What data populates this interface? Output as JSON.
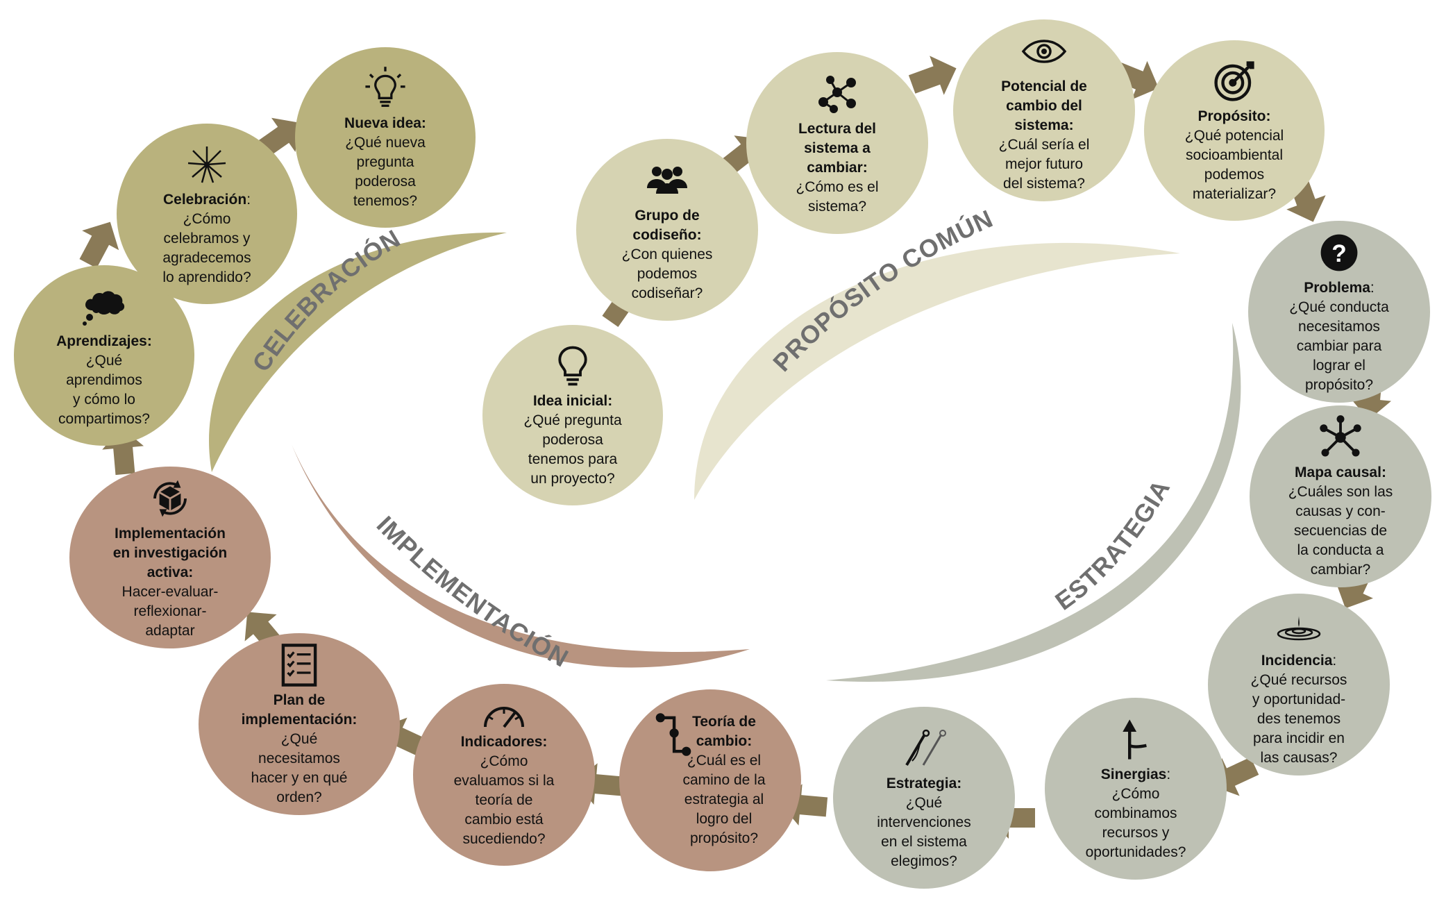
{
  "phases": {
    "celebracion": "CELEBRACIÓN",
    "proposito": "PROPÓSITO COMÚN",
    "estrategia": "ESTRATEGIA",
    "implementacion": "IMPLEMENTACIÓN"
  },
  "colors": {
    "celebracion": "#b9b27d",
    "proposito": "#d6d3b2",
    "estrategia": "#bec1b4",
    "implementacion": "#b89480",
    "arrow": "#8a7a57"
  },
  "nodes": {
    "idea_inicial": {
      "icon": "lightbulb-icon",
      "title": "Idea inicial:",
      "question": "¿Qué pregunta\npoderosa\ntenemos para\nun proyecto?"
    },
    "grupo": {
      "icon": "people-group-icon",
      "title": "Grupo de\ncodiseño:",
      "question": "¿Con quienes\npodemos\ncodiseñar?"
    },
    "lectura": {
      "icon": "network-icon",
      "title": "Lectura del\nsistema a\ncambiar:",
      "question": "¿Cómo es el\nsistema?"
    },
    "potencial": {
      "icon": "eye-icon",
      "title": "Potencial de\ncambio del\nsistema:",
      "question": "¿Cuál sería el\nmejor futuro\ndel sistema?"
    },
    "proposito": {
      "icon": "target-icon",
      "title": "Propósito:",
      "question": "¿Qué potencial\nsocioambiental\npodemos\nmaterializar?"
    },
    "problema": {
      "icon": "question-icon",
      "title": "Problema",
      "title_suffix": ":",
      "question": "¿Qué conducta\nnecesitamos\ncambiar para\nlograr el\npropósito?"
    },
    "mapa": {
      "icon": "hub-icon",
      "title": "Mapa causal:",
      "question": "¿Cuáles son las\ncausas y con-\nsecuencias de\nla conducta a\ncambiar?"
    },
    "incidencia": {
      "icon": "ripple-icon",
      "title": "Incidencia",
      "title_suffix": ":",
      "question": "¿Qué recursos\ny oportunidad-\ndes tenemos\npara incidir en\nlas causas?"
    },
    "sinergias": {
      "icon": "merge-arrow-icon",
      "title": "Sinergias",
      "title_suffix": ":",
      "question": "¿Cómo\ncombinamos\nrecursos y\noportunidades?"
    },
    "estrategia": {
      "icon": "needle-icon",
      "title": "Estrategia:",
      "question": "¿Qué\nintervenciones\nen el sistema\nelegimos?"
    },
    "teoria": {
      "icon": "path-icon",
      "title": "Teoría de\ncambio:",
      "question": "¿Cuál es el\ncamino de la\nestrategia al\nlogro del\npropósito?"
    },
    "indicadores": {
      "icon": "gauge-icon",
      "title": "Indicadores:",
      "question": "¿Cómo\nevaluamos si la\nteoría de\ncambio está\nsucediendo?"
    },
    "plan": {
      "icon": "checklist-icon",
      "title": "Plan de\nimplementación:",
      "question": "¿Qué\nnecesitamos\nhacer y en qué\norden?"
    },
    "implementacion": {
      "icon": "cycle-box-icon",
      "title": "Implementación\nen investigación\nactiva:",
      "question": "Hacer-evaluar-\nreflexionar-\nadaptar"
    },
    "aprendizajes": {
      "icon": "thought-cloud-icon",
      "title": "Aprendizajes:",
      "question": "¿Qué\naprendimos\ny cómo lo\ncompartimos?"
    },
    "celebracion": {
      "icon": "fireworks-icon",
      "title": "Celebración",
      "title_suffix": ":",
      "question": "¿Cómo\ncelebramos y\nagradecemos\nlo aprendido?"
    },
    "nueva_idea": {
      "icon": "idea-bulb-icon",
      "title": "Nueva idea:",
      "question": "¿Qué nueva\npregunta\npoderosa\ntenemos?"
    }
  }
}
